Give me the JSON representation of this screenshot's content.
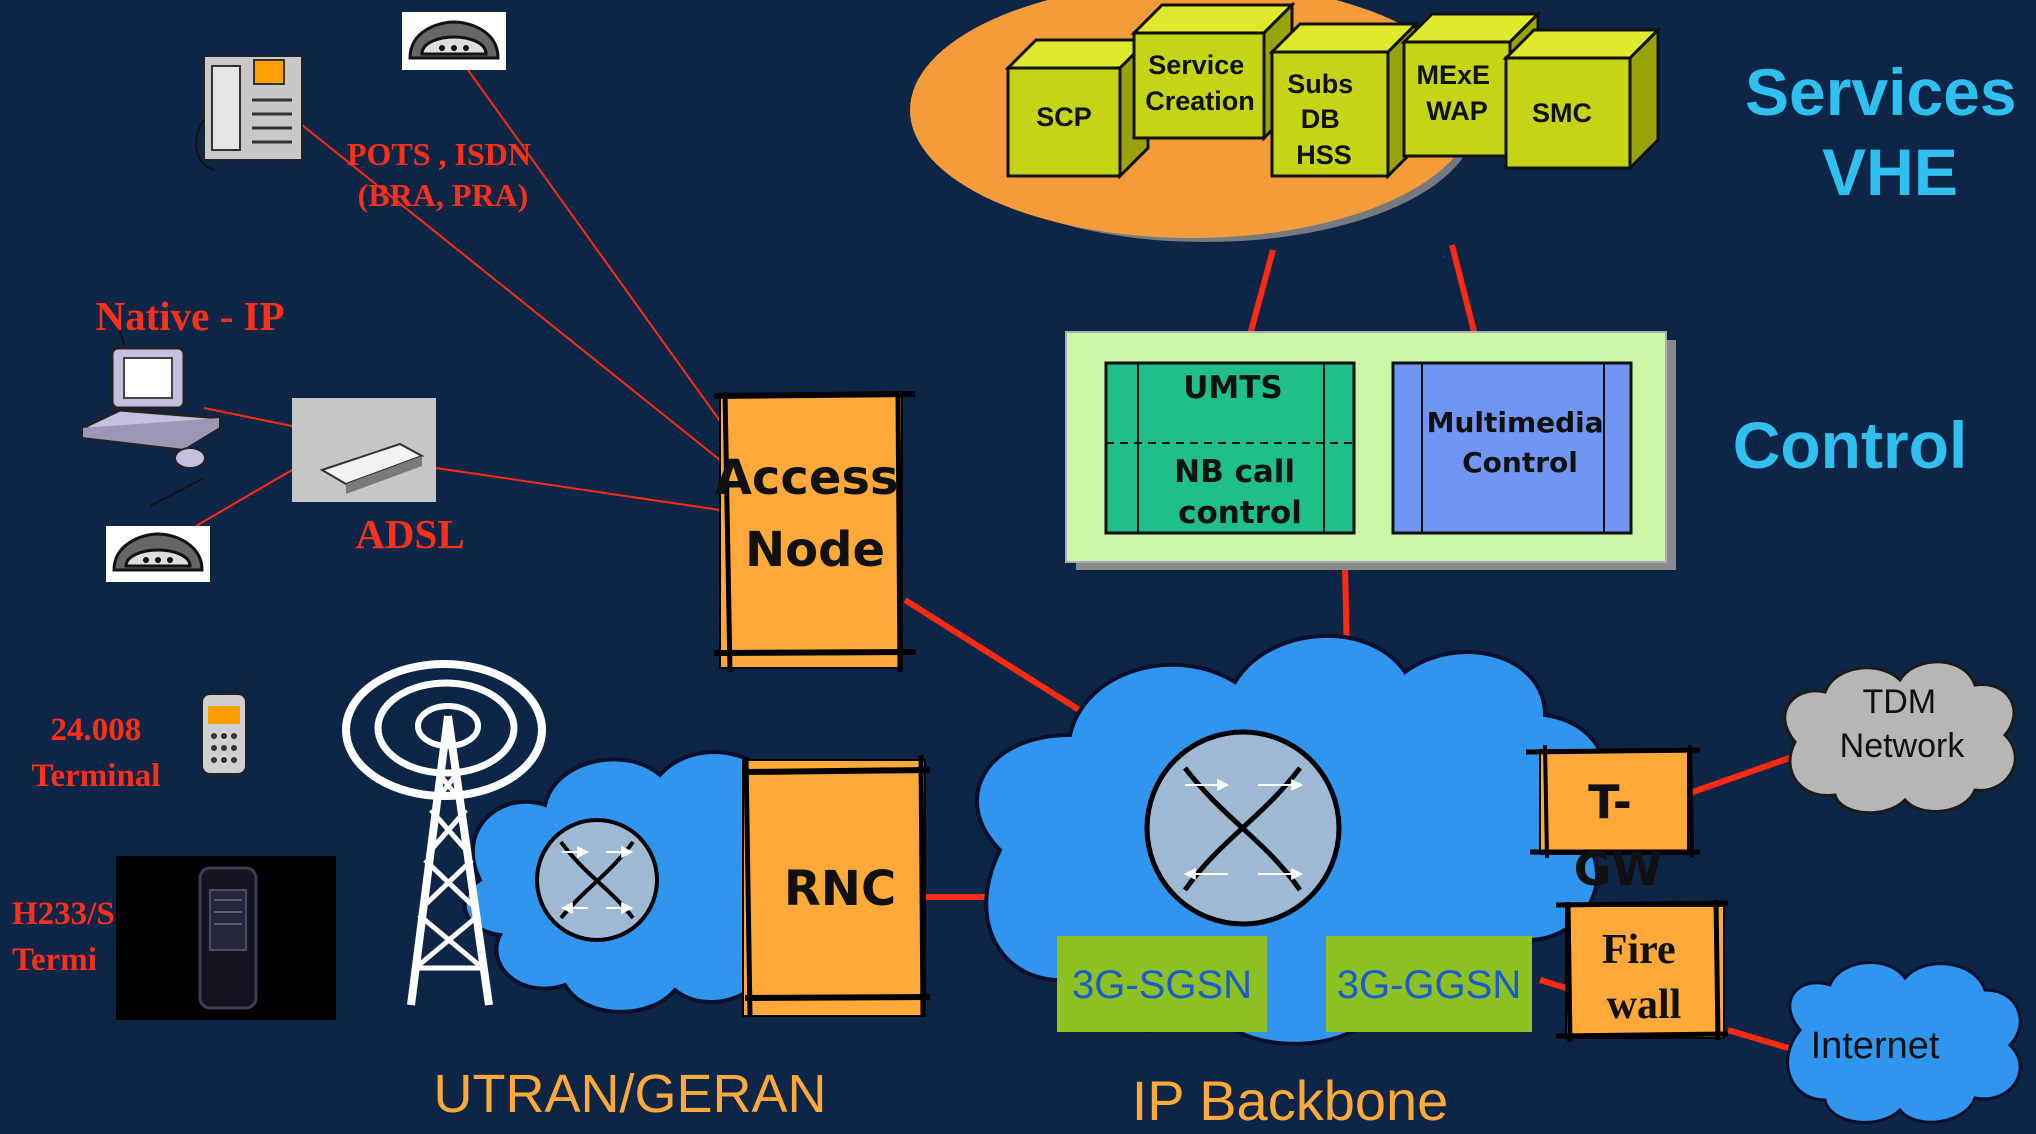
{
  "colors": {
    "background": "#0d2648",
    "accent_cyan": "#30c0f0",
    "label_red": "#ff3019",
    "link_red": "#ff2a10",
    "orange_box": "#ffa93a",
    "cloud_blue": "#2f95ee",
    "lime_box": "#c6d416",
    "green_box": "#8dc021"
  },
  "layers": {
    "services": [
      "Services",
      "VHE"
    ],
    "control": "Control"
  },
  "services": {
    "scp": [
      "SCP"
    ],
    "service_creation": [
      "Service",
      "Creation"
    ],
    "subs_db": [
      "Subs",
      "DB",
      "HSS"
    ],
    "mexe": [
      "MExE",
      "WAP"
    ],
    "smc": [
      "SMC"
    ]
  },
  "control": {
    "umts_top": "UMTS",
    "umts_bottom": [
      "NB call",
      "control"
    ],
    "multimedia": [
      "Multimedia",
      "Control"
    ]
  },
  "access": {
    "pots_isdn": [
      "POTS , ISDN",
      "(BRA, PRA)"
    ],
    "native_ip": "Native - IP",
    "adsl": "ADSL",
    "terminal_24008": [
      "24.008",
      "Terminal"
    ],
    "h233": [
      "H233/S",
      "Termi"
    ],
    "access_node": [
      "Access",
      "Node"
    ],
    "rnc": "RNC"
  },
  "network": {
    "utran": "UTRAN/GERAN",
    "ip_backbone": "IP Backbone",
    "sgsn": "3G-SGSN",
    "ggsn": "3G-GGSN",
    "tgw": [
      "T-",
      "GW"
    ],
    "firewall": [
      "Fire",
      "wall"
    ],
    "tdm": [
      "TDM",
      "Network"
    ],
    "internet": "Internet"
  },
  "icons": {
    "desk_phone": "desk-phone-icon",
    "phone_handset": "phone-handset-icon",
    "computer": "computer-icon",
    "modem": "adsl-modem-icon",
    "mobile": "mobile-phone-icon",
    "pda": "smartphone-icon",
    "antenna": "radio-antenna-icon",
    "switch": "switch-icon"
  }
}
